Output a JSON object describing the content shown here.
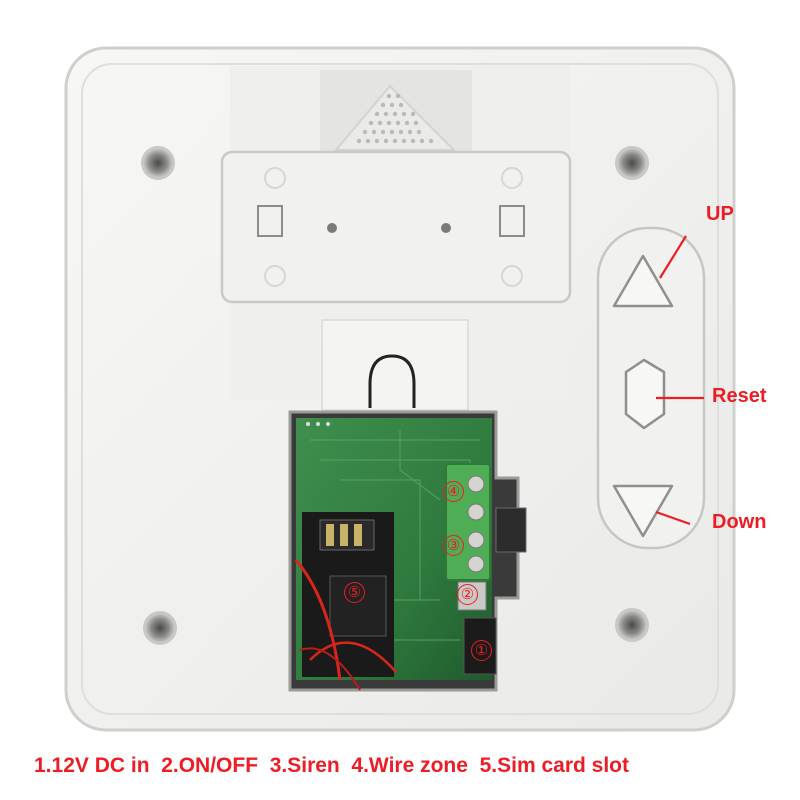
{
  "labels": {
    "up": "UP",
    "reset": "Reset",
    "down": "Down",
    "markers": [
      "①",
      "②",
      "③",
      "④",
      "⑤"
    ]
  },
  "caption": "1.12V DC in  2.ON/OFF  3.Siren  4.Wire zone  5.Sim card slot",
  "colors": {
    "panel": "#f3f3f1",
    "pcb": "#2f7a3e",
    "terminal": "#4fae55",
    "annotation": "#ee1c24"
  },
  "icons": [
    "up-arrow-icon",
    "hexagon-reset-icon",
    "down-arrow-icon",
    "speaker-grille-icon"
  ]
}
